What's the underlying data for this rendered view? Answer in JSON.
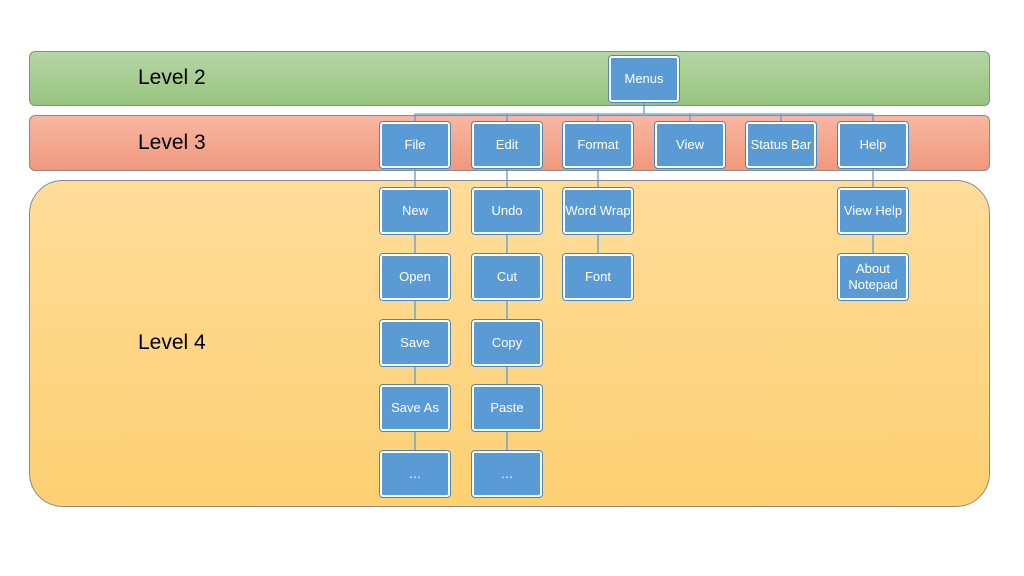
{
  "levels": {
    "level2": "Level 2",
    "level3": "Level 3",
    "level4": "Level 4"
  },
  "root": "Menus",
  "menus": [
    {
      "label": "File",
      "items": [
        "New",
        "Open",
        "Save",
        "Save As",
        "…"
      ]
    },
    {
      "label": "Edit",
      "items": [
        "Undo",
        "Cut",
        "Copy",
        "Paste",
        "…"
      ]
    },
    {
      "label": "Format",
      "items": [
        "Word Wrap",
        "Font"
      ]
    },
    {
      "label": "View",
      "items": []
    },
    {
      "label": "Status Bar",
      "items": []
    },
    {
      "label": "Help",
      "items": [
        "View Help",
        "About Notepad"
      ]
    }
  ],
  "colors": {
    "node_fill": "#5b9bd5",
    "level2_band": "#a9cf94",
    "level3_band": "#f4a78d",
    "level4_band": "#fed585",
    "connector": "#5b9bd5"
  }
}
